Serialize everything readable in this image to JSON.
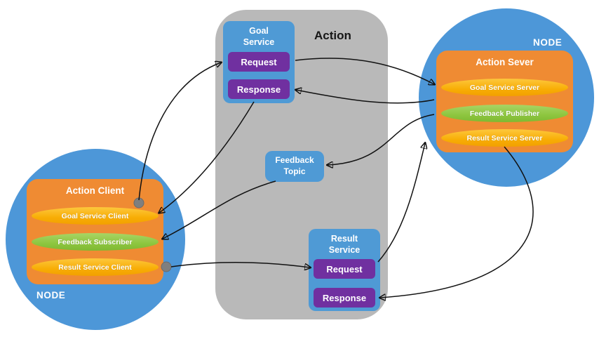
{
  "diagram": {
    "action_panel": {
      "title": "Action"
    },
    "goal_service": {
      "title": "Goal\nService",
      "request_label": "Request",
      "response_label": "Response"
    },
    "feedback_topic": {
      "title": "Feedback\nTopic"
    },
    "result_service": {
      "title": "Result\nService",
      "request_label": "Request",
      "response_label": "Response"
    },
    "client_node": {
      "node_label": "NODE",
      "title": "Action Client",
      "pills": [
        {
          "label": "Goal Service Client",
          "color": "yellow"
        },
        {
          "label": "Feedback Subscriber",
          "color": "green"
        },
        {
          "label": "Result Service Client",
          "color": "yellow"
        }
      ]
    },
    "server_node": {
      "node_label": "NODE",
      "title": "Action Sever",
      "pills": [
        {
          "label": "Goal Service Server",
          "color": "yellow"
        },
        {
          "label": "Feedback Publisher",
          "color": "green"
        },
        {
          "label": "Result Service Server",
          "color": "yellow"
        }
      ]
    },
    "colors": {
      "node_blue": "#4d97d8",
      "panel_gray": "#b9b9b9",
      "box_orange": "#ef8b33",
      "pill_yellow": "#f8ad05",
      "pill_green": "#8dc63f",
      "button_purple": "#7030a0",
      "arrow_black": "#111111",
      "connector_gray": "#7f7f7f"
    }
  }
}
